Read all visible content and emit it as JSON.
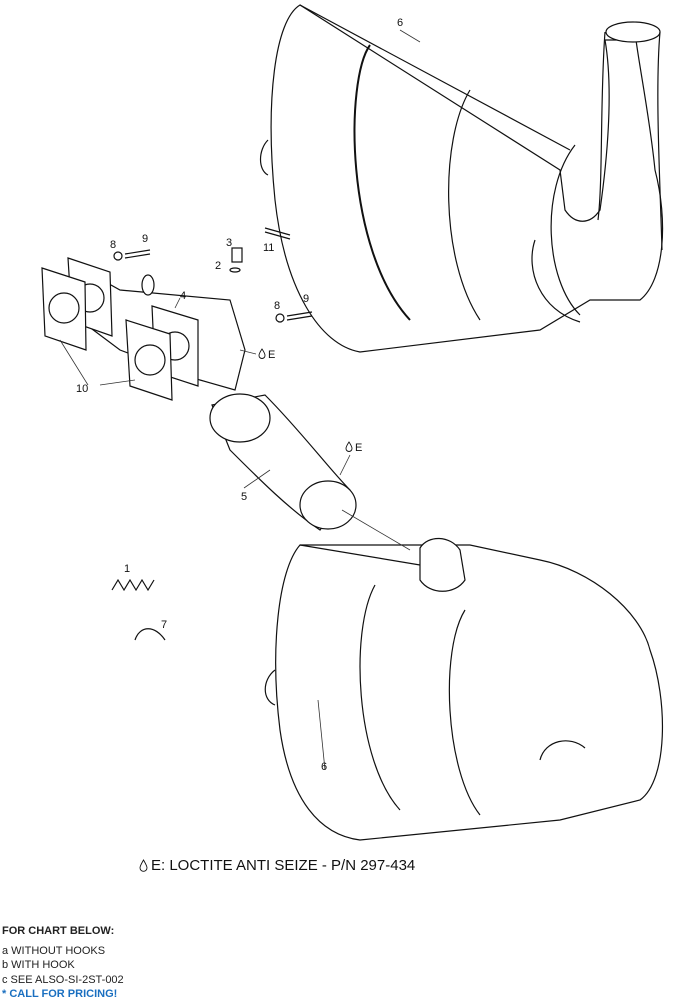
{
  "callouts": {
    "c6_top": "6",
    "c9_left": "9",
    "c8_left": "8",
    "c3": "3",
    "c2": "2",
    "c11": "11",
    "c4": "4",
    "c8_right": "8",
    "c9_right": "9",
    "cE_1": "E",
    "c10": "10",
    "cE_2": "E",
    "c5": "5",
    "c1": "1",
    "c7": "7",
    "c6_bottom": "6"
  },
  "legend": {
    "icon": "droplet-icon",
    "text": "E: LOCTITE ANTI SEIZE - P/N 297-434"
  },
  "notes": {
    "heading": "FOR CHART BELOW:",
    "items": [
      "a WITHOUT HOOKS",
      "b WITH HOOK",
      "c SEE ALSO-SI-2ST-002"
    ],
    "call": "* CALL FOR PRICING!",
    "call_color": "#1a6fc0"
  }
}
